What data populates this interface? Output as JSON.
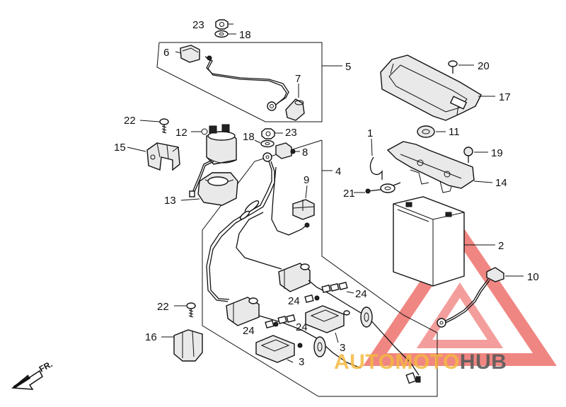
{
  "callouts": {
    "c1": "1",
    "c2": "2",
    "c3a": "3",
    "c3b": "3",
    "c4": "4",
    "c5": "5",
    "c6": "6",
    "c7": "7",
    "c8": "8",
    "c9": "9",
    "c10": "10",
    "c11": "11",
    "c12": "12",
    "c13": "13",
    "c14": "14",
    "c15": "15",
    "c16": "16",
    "c17": "17",
    "c18a": "18",
    "c18b": "18",
    "c19": "19",
    "c20": "20",
    "c21": "21",
    "c22a": "22",
    "c22b": "22",
    "c23a": "23",
    "c23b": "23",
    "c24a": "24",
    "c24b": "24",
    "c24c": "24",
    "c24d": "24"
  },
  "direction_label": "FR.",
  "watermark": {
    "part1": "AUTOMOTO",
    "part2": "HUB",
    "color_primary": "#e8413c",
    "color_secondary": "#5a5a5a",
    "color_accent": "#f4b940"
  }
}
